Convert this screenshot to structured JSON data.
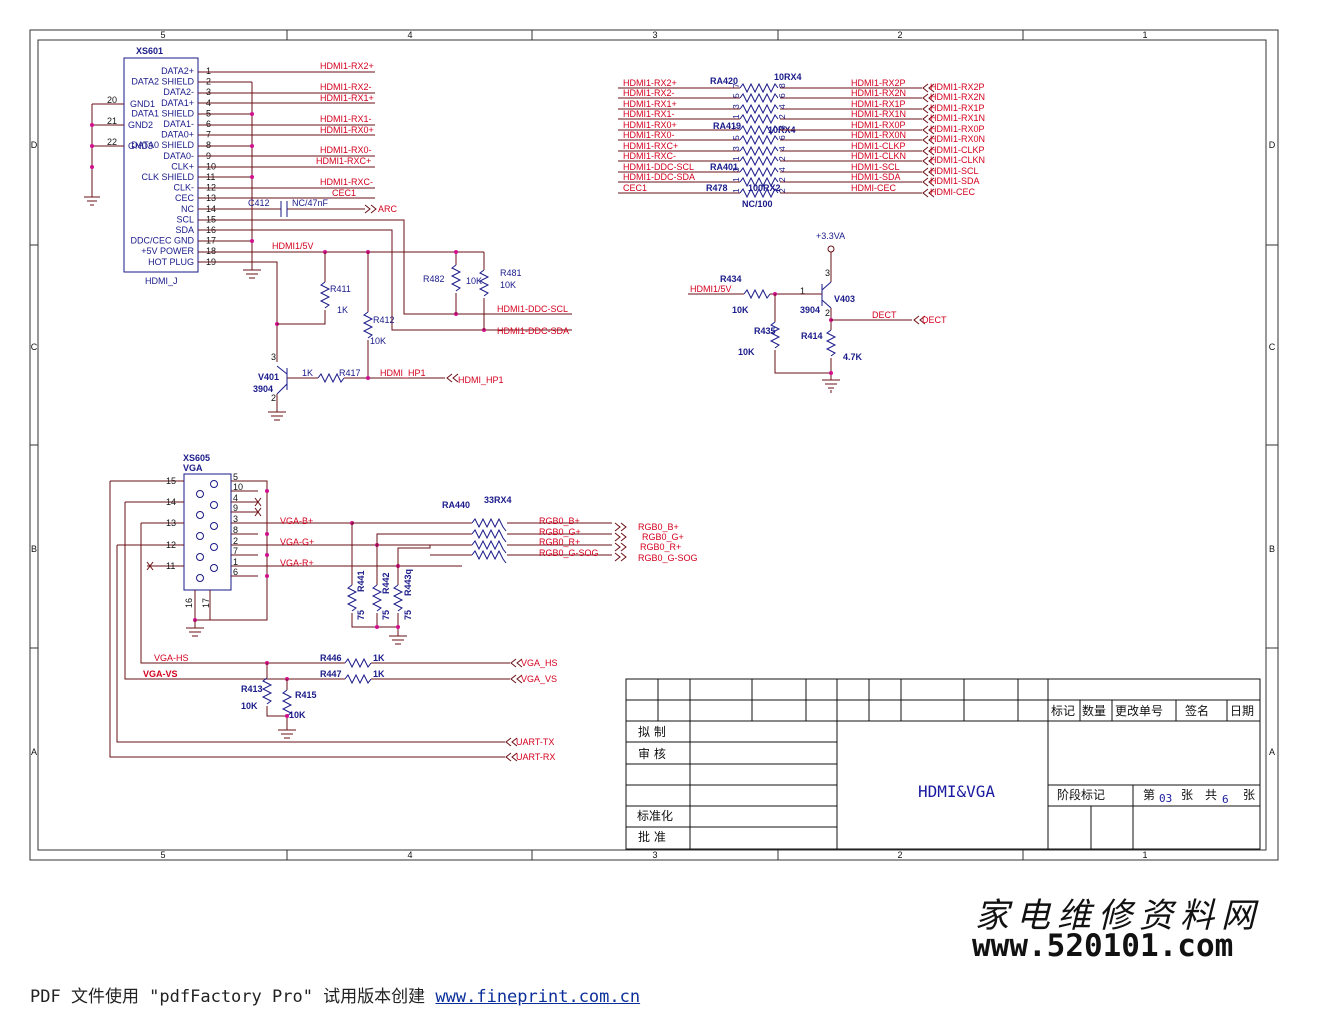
{
  "border": {
    "top_cols": [
      "5",
      "4",
      "3",
      "2",
      "1"
    ],
    "bottom_cols": [
      "5",
      "4",
      "3",
      "2",
      "1"
    ],
    "rows": [
      "D",
      "C",
      "B",
      "A"
    ]
  },
  "hdmi_connector": {
    "ref": "XS601",
    "part": "HDMI_J",
    "pin_labels": [
      "DATA2+",
      "DATA2 SHIELD",
      "DATA2-",
      "DATA1+",
      "DATA1 SHIELD",
      "DATA1-",
      "DATA0+",
      "DATA0 SHIELD",
      "DATA0-",
      "CLK+",
      "CLK SHIELD",
      "CLK-",
      "CEC",
      "NC",
      "SCL",
      "SDA",
      "DDC/CEC GND",
      "+5V POWER",
      "HOT PLUG"
    ],
    "gnd_labels": [
      "GND1",
      "GND2",
      "GND3"
    ],
    "pin_numbers": [
      "1",
      "2",
      "3",
      "4",
      "5",
      "6",
      "7",
      "8",
      "9",
      "10",
      "11",
      "12",
      "13",
      "14",
      "15",
      "16",
      "17",
      "18",
      "19"
    ],
    "side_pins": [
      "20",
      "21",
      "22"
    ],
    "net_labels": [
      "HDMI1-RX2+",
      "HDMI1-RX2-",
      "HDMI1-RX1+",
      "HDMI1-RX1-",
      "HDMI1-RX0+",
      "HDMI1-RX0-",
      "HDMI1-RXC+",
      "HDMI1-RXC-",
      "CEC1"
    ]
  },
  "hdmi_misc": {
    "cap_ref": "C412",
    "cap_val": "NC/47nF",
    "arc": "ARC",
    "hdmi5v": "HDMI1/5V",
    "r411": "R411",
    "r411_val": "1K",
    "r412": "R412",
    "r412_val": "10K",
    "r482": "R482",
    "r482_val": "10K",
    "r481": "R481",
    "r481_val": "10K",
    "ddc_scl": "HDMI1-DDC-SCL",
    "ddc_sda": "HDMI1-DDC-SDA",
    "v401": "V401",
    "v401_part": "3904",
    "r417": "R417",
    "r417_val": "1K",
    "hp_net": "HDMI_HP1",
    "hp_port": "HDMI_HP1",
    "pin3": "3",
    "pin2": "2"
  },
  "resistor_arrays": {
    "ra420": "RA420",
    "ra420_val": "10RX4",
    "ra419": "RA419",
    "ra419_val": "10RX4",
    "ra401": "RA401",
    "r478": "R478",
    "r478_val": "100RX2",
    "r478_nc": "NC/100",
    "left_nets": [
      "HDMI1-RX2+",
      "HDMI1-RX2-",
      "HDMI1-RX1+",
      "HDMI1-RX1-",
      "HDMI1-RX0+",
      "HDMI1-RX0-",
      "HDMI1-RXC+",
      "HDMI1-RXC-",
      "HDMI1-DDC-SCL",
      "HDMI1-DDC-SDA",
      "CEC1"
    ],
    "right_nets": [
      "HDMI1-RX2P",
      "HDMI1-RX2N",
      "HDMI1-RX1P",
      "HDMI1-RX1N",
      "HDMI1-RX0P",
      "HDMI1-RX0N",
      "HDMI1-CLKP",
      "HDMI1-CLKN",
      "HDMI1-SCL",
      "HDMI1-SDA",
      "HDMI-CEC"
    ],
    "ports": [
      "HDMI1-RX2P",
      "HDMI1-RX2N",
      "HDMI1-RX1P",
      "HDMI1-RX1N",
      "HDMI1-RX0P",
      "HDMI1-RX0N",
      "HDMI1-CLKP",
      "HDMI1-CLKN",
      "HDMI1-SCL",
      "HDMI1-SDA",
      "HDMI-CEC"
    ]
  },
  "detect": {
    "vcc": "+3.3VA",
    "hdmi5v": "HDMI1/5V",
    "r434": "R434",
    "r434_val": "10K",
    "r435": "R435",
    "r435_val": "10K",
    "r414": "R414",
    "r414_val": "4.7K",
    "v403": "V403",
    "v403_part": "3904",
    "dect_net": "DECT",
    "dect_port": "DECT",
    "pin1": "1",
    "pin2": "2",
    "pin3": "3"
  },
  "vga": {
    "ref": "XS605",
    "name": "VGA",
    "left_pins": [
      "15",
      "14",
      "13",
      "12",
      "11"
    ],
    "right_pins": [
      "5",
      "10",
      "4",
      "9",
      "3",
      "8",
      "2",
      "7",
      "1",
      "6"
    ],
    "bottom_pins": [
      "16",
      "17"
    ],
    "net_b": "VGA-B+",
    "net_g": "VGA-G+",
    "net_r": "VGA-R+",
    "ra440": "RA440",
    "ra440_val": "33RX4",
    "out_nets": [
      "RGB0_B+",
      "RGB0_G+",
      "RGB0_R+",
      "RGB0_G-SOG"
    ],
    "out_ports": [
      "RGB0_B+",
      "RGB0_G+",
      "RGB0_R+",
      "RGB0_G-SOG"
    ],
    "r441": "R441",
    "r442": "R442",
    "r443": "R443q",
    "term_val": "75",
    "vga_hs": "VGA-HS",
    "vga_vs": "VGA-VS",
    "r446": "R446",
    "r446_val": "1K",
    "r447": "R447",
    "r447_val": "1K",
    "r413": "R413",
    "r413_val": "10K",
    "r415": "R415",
    "r415_val": "10K",
    "hs_port": "VGA_HS",
    "vs_port": "VGA_VS",
    "uart_tx": "UART-TX",
    "uart_rx": "UART-RX"
  },
  "title_block": {
    "hdr_mark": "标记",
    "hdr_qty": "数量",
    "hdr_change": "更改单号",
    "hdr_sign": "签名",
    "hdr_date": "日期",
    "drafted": "拟 制",
    "reviewed": "审 核",
    "standardized": "标准化",
    "approved": "批 准",
    "title": "HDMI&VGA",
    "stage": "阶段标记",
    "sheet_pre": "第",
    "sheet_no": "03",
    "sheet_mid": "张",
    "total_pre": "共",
    "total_no": "6",
    "total_post": "张"
  },
  "watermark": {
    "cn": "家电维修资料网",
    "url": "www.520101.com"
  },
  "footer": {
    "text": "PDF 文件使用 \"pdfFactory Pro\" 试用版本创建 ",
    "link": "www.fineprint.com.cn"
  }
}
